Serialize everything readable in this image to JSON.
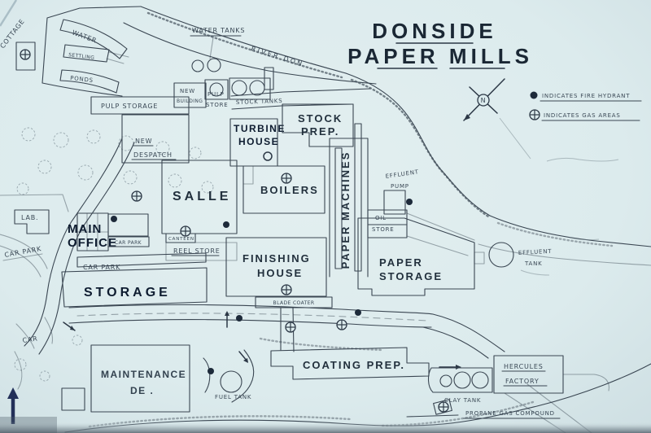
{
  "title": {
    "line1": "DONSIDE",
    "line2": "PAPER MILLS"
  },
  "legend": {
    "fire_hydrant": "INDICATES FIRE HYDRANT",
    "gas_areas": "INDICATES GAS AREAS"
  },
  "compass": {
    "north": "N"
  },
  "colors": {
    "background": "#dcebed",
    "ink": "#3a4652",
    "bold_ink": "#0e1c30",
    "arrow_navy": "#233059"
  },
  "labels": {
    "cottage": "COTTAGE",
    "water": "WATER",
    "settling": "SETTLING",
    "ponds": "PONDS",
    "water_tanks": "WATER TANKS",
    "river_don": "RIVER  DON",
    "pulp_storage": "PULP STORAGE",
    "new_building_1": "NEW",
    "new_building_2": "BUILDING",
    "pulp_store_1": "PULP",
    "pulp_store_2": "STORE",
    "stock_tanks": "STOCK TANKS",
    "new_despatch_1": "NEW",
    "new_despatch_2": "DESPATCH",
    "turbine_1": "TURBINE",
    "turbine_2": "HOUSE",
    "stock_prep_1": "STOCK",
    "stock_prep_2": "PREP.",
    "salle": "SALLE",
    "boilers": "BOILERS",
    "paper_machines": "PAPER MACHINES",
    "effluent_pump_1": "EFFLUENT",
    "effluent_pump_2": "PUMP",
    "oil_store_1": "OIL",
    "oil_store_2": "STORE",
    "lab": "LAB.",
    "main_office_1": "MAIN",
    "main_office_2": "OFFICE",
    "car_park_box": "CAR PARK",
    "car_park_left": "CAR PARK",
    "car_park_mid": "CAR  PARK",
    "canteen": "CANTEEN",
    "reel_store": "REEL STORE",
    "storage": "STORAGE",
    "finishing_1": "FINISHING",
    "finishing_2": "HOUSE",
    "blade_coater": "BLADE  COATER",
    "paper_storage_1": "PAPER",
    "paper_storage_2": "STORAGE",
    "effluent_tank_1": "EFFLUENT",
    "effluent_tank_2": "TANK",
    "car": "CAR",
    "maintenance_1": "MAINTENANCE",
    "maintenance_2": "DE    .",
    "fuel_tank": "FUEL TANK",
    "coating_prep": "COATING   PREP.",
    "hercules_1": "HERCULES",
    "hercules_2": "FACTORY",
    "clay_tank": "CLAY TANK",
    "propane": "PROPANE GAS COMPOUND"
  }
}
